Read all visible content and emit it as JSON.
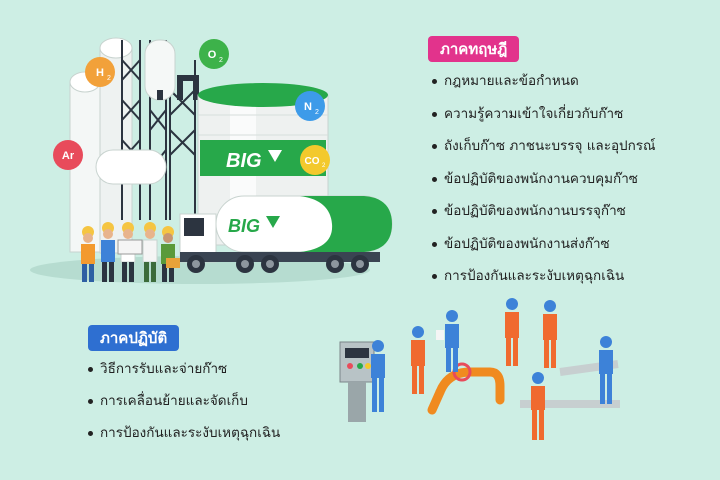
{
  "theory": {
    "title": "ภาคทฤษฎี",
    "items": [
      "กฎหมายและข้อกำหนด",
      "ความรู้ความเข้าใจเกี่ยวกับก๊าซ",
      "ถังเก็บก๊าซ ภาชนะบรรจุ และอุปกรณ์",
      "ข้อปฏิบัติของพนักงานควบคุมก๊าซ",
      "ข้อปฏิบัติของพนักงานบรรจุก๊าซ",
      "ข้อปฏิบัติของพนักงานส่งก๊าซ",
      "การป้องกันและระงับเหตุฉุกเฉิน"
    ]
  },
  "practice": {
    "title": "ภาคปฏิบัติ",
    "items": [
      "วิธีการรับและจ่ายก๊าซ",
      "การเคลื่อนย้ายและจัดเก็บ",
      "การป้องกันและระงับเหตุฉุกเฉิน"
    ]
  },
  "brand": {
    "logo_text": "BIG"
  },
  "gas_bubbles": [
    {
      "label": "H2",
      "color": "#f2a13a"
    },
    {
      "label": "O2",
      "color": "#3db24a"
    },
    {
      "label": "N2",
      "color": "#3d9be9"
    },
    {
      "label": "Ar",
      "color": "#e84b5b"
    },
    {
      "label": "CO2",
      "color": "#f3c92c"
    }
  ],
  "colors": {
    "background": "#cdeee4",
    "theory_badge": "#e2338c",
    "practice_badge": "#2e6fd1",
    "brand_green": "#27a84a"
  }
}
